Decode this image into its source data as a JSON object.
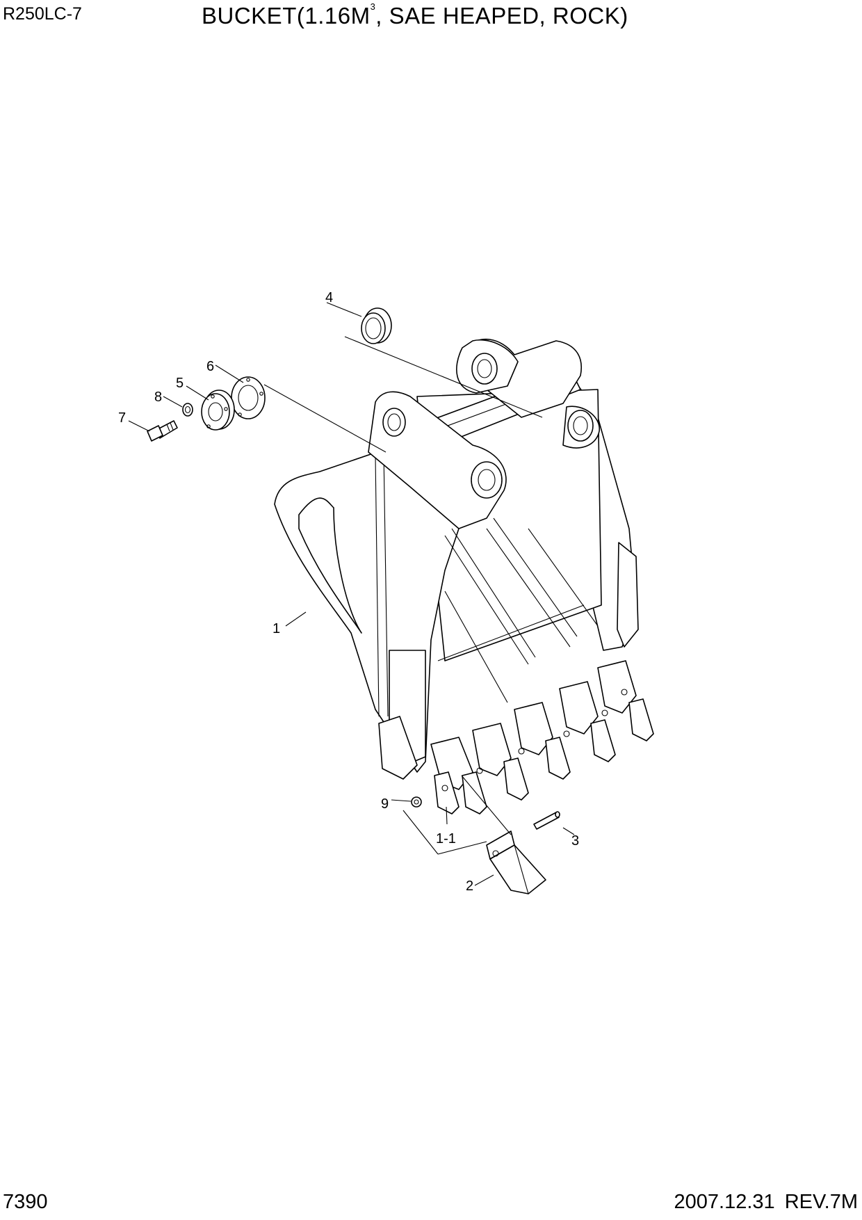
{
  "header": {
    "model": "R250LC-7",
    "title_main": "BUCKET(1.16M",
    "title_sup": "3",
    "title_rest": ", SAE HEAPED, ROCK)"
  },
  "footer": {
    "page": "7390",
    "date": "2007.12.31",
    "revision": "REV.7M"
  },
  "callouts": [
    "1",
    "1-1",
    "2",
    "3",
    "4",
    "5",
    "6",
    "7",
    "8",
    "9"
  ]
}
